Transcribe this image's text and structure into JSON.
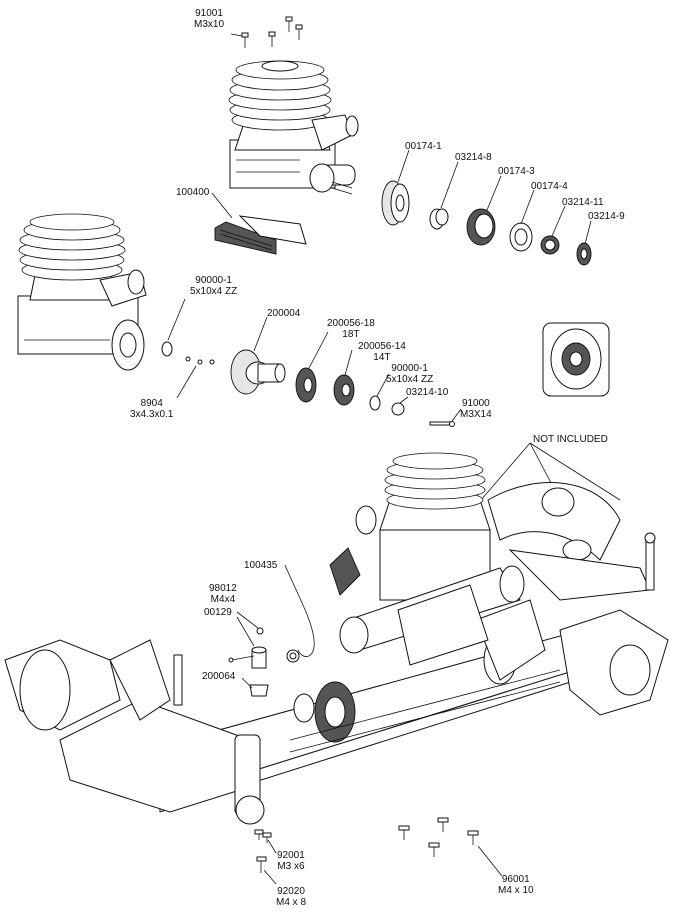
{
  "labels": {
    "p91001": {
      "part": "91001",
      "size": "M3x10"
    },
    "p100400": {
      "part": "100400"
    },
    "p00174_1": {
      "part": "00174-1"
    },
    "p03214_8": {
      "part": "03214-8"
    },
    "p00174_3": {
      "part": "00174-3"
    },
    "p00174_4": {
      "part": "00174-4"
    },
    "p03214_11": {
      "part": "03214-11"
    },
    "p03214_9": {
      "part": "03214-9"
    },
    "p90000_1a": {
      "part": "90000-1",
      "size": "5x10x4 ZZ"
    },
    "p200004": {
      "part": "200004"
    },
    "p200056_18": {
      "part": "200056-18",
      "size": "18T"
    },
    "p200056_14": {
      "part": "200056-14",
      "size": "14T"
    },
    "p90000_1b": {
      "part": "90000-1",
      "size": "5x10x4 ZZ"
    },
    "p03214_10": {
      "part": "03214-10"
    },
    "p91000": {
      "part": "91000",
      "size": "M3X14"
    },
    "p8904": {
      "part": "8904",
      "size": "3x4.3x0.1"
    },
    "not_included": {
      "text": "NOT INCLUDED"
    },
    "p100435": {
      "part": "100435"
    },
    "p98012": {
      "part": "98012",
      "size": "M4x4"
    },
    "p00129": {
      "part": "00129"
    },
    "p200064": {
      "part": "200064"
    },
    "p92001": {
      "part": "92001",
      "size": "M3 x6"
    },
    "p92020": {
      "part": "92020",
      "size": "M4 x 8"
    },
    "p96001": {
      "part": "96001",
      "size": "M4 x 10"
    }
  }
}
